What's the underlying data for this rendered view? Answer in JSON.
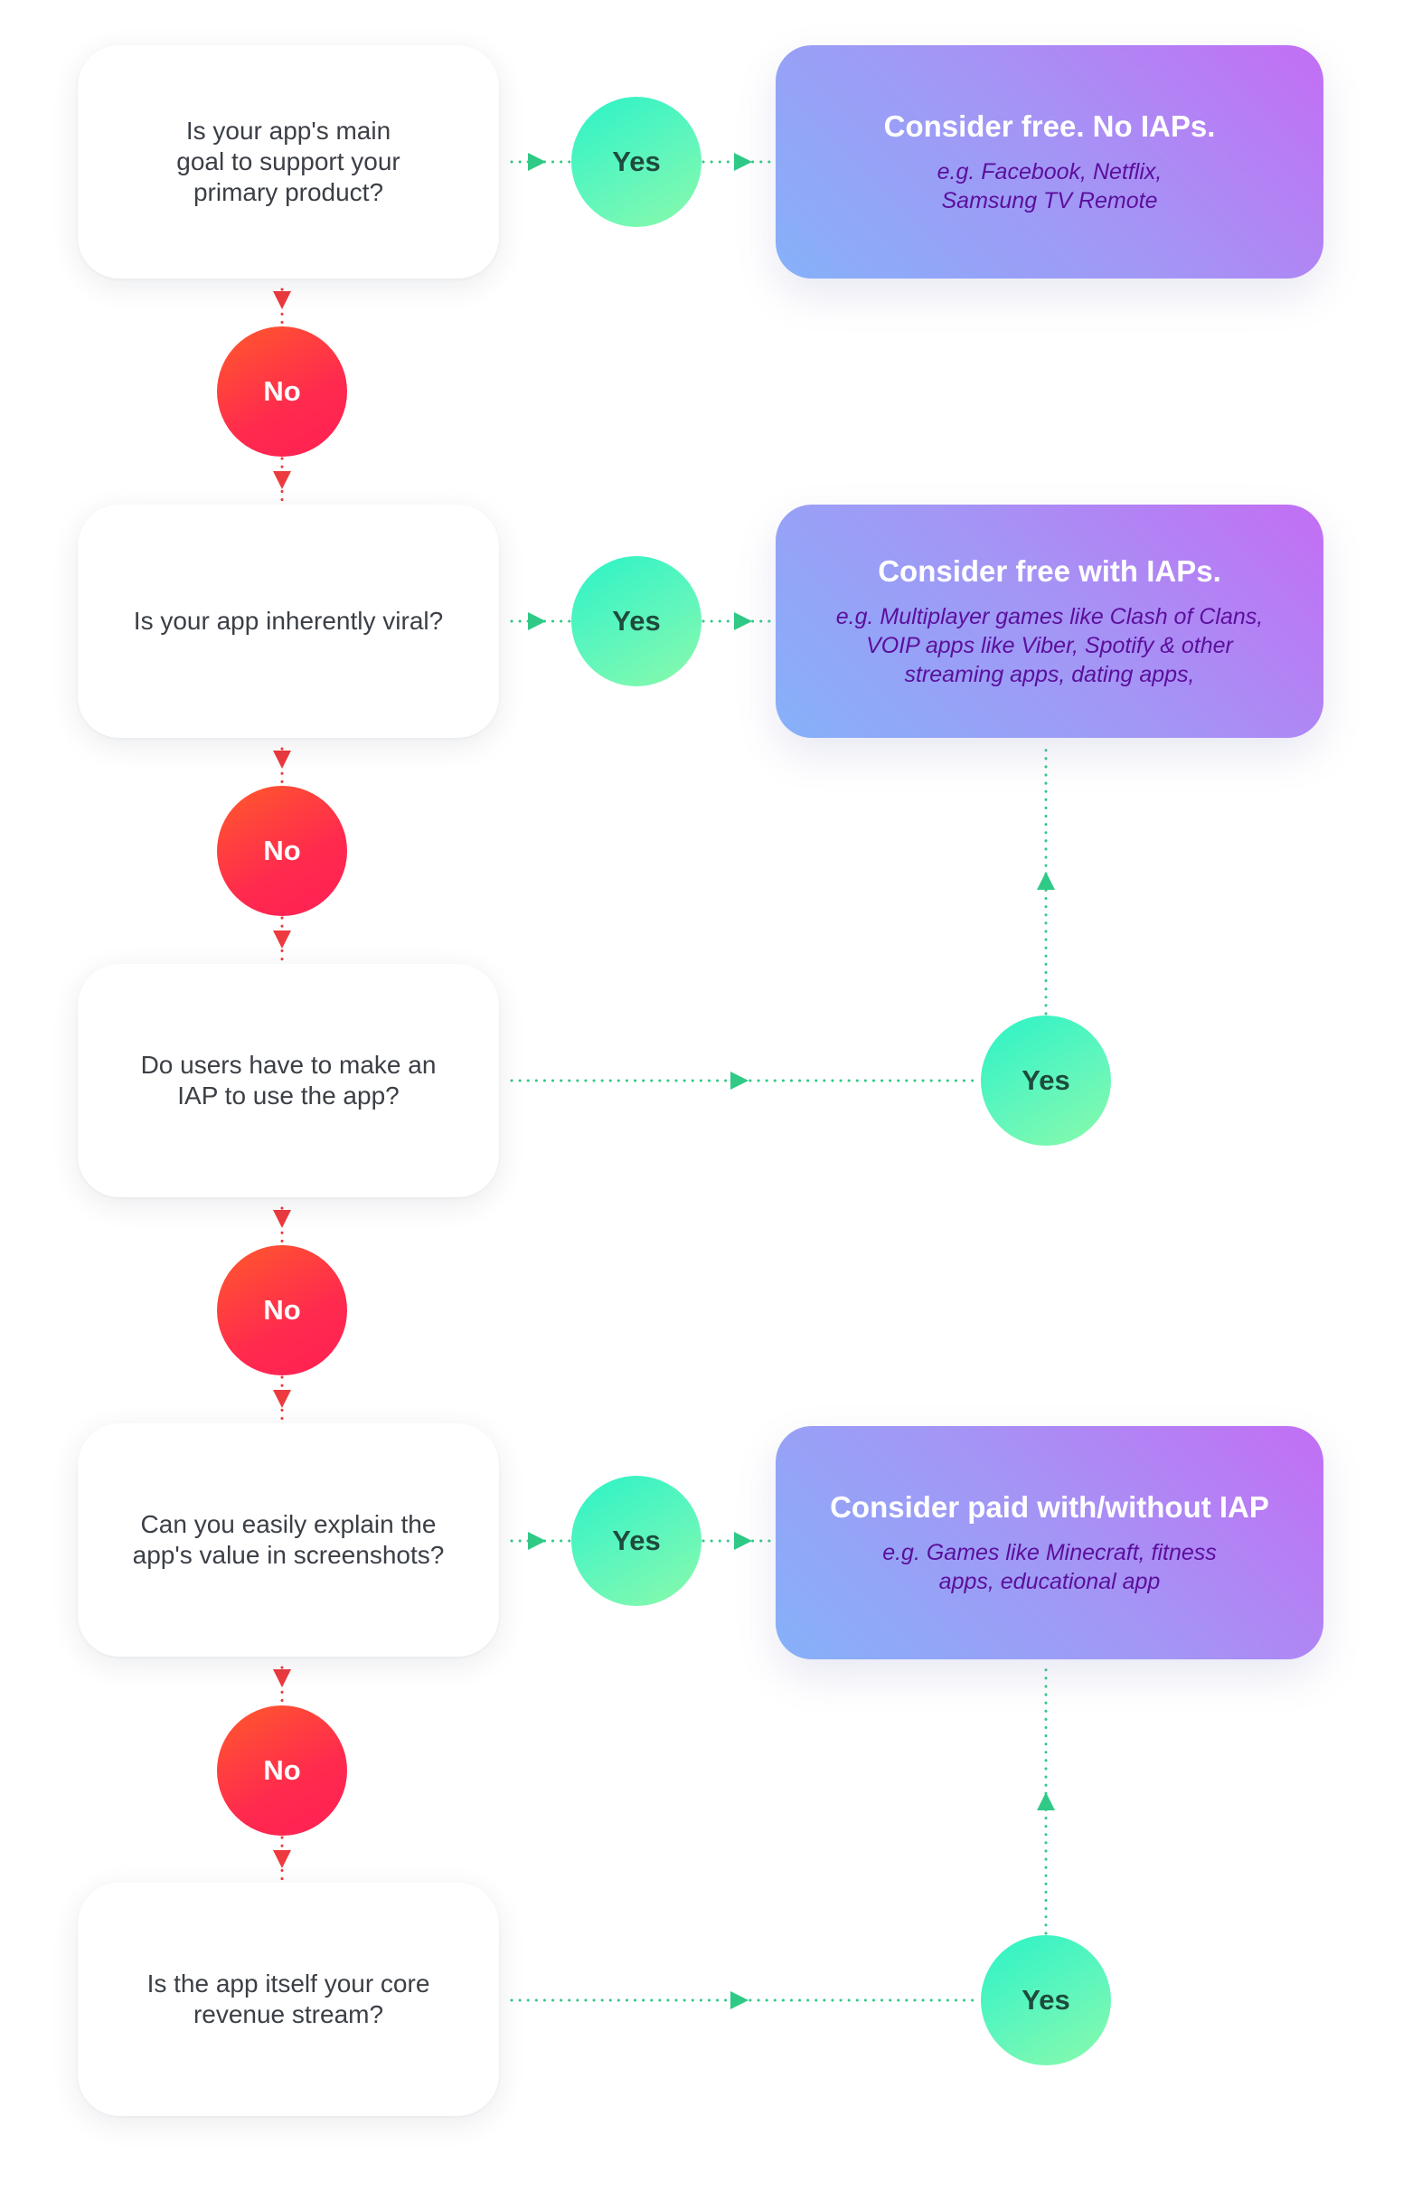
{
  "colors": {
    "no_arrow": "#ec3a3e",
    "yes_arrow": "#2fca86",
    "no_gradient": [
      "#ff5a2b",
      "#ff1f55"
    ],
    "yes_gradient": [
      "#2bf3c6",
      "#8afaa9"
    ],
    "result_gradient": [
      "#86b1f9",
      "#c36ef4"
    ],
    "result_example_text": "#5b0f9c"
  },
  "labels": {
    "yes": "Yes",
    "no": "No"
  },
  "questions": [
    {
      "text": "Is your app's main\ngoal to support your\nprimary product?"
    },
    {
      "text": "Is your app inherently viral?"
    },
    {
      "text": "Do users have to make an\nIAP to use the app?"
    },
    {
      "text": "Can you easily explain the\napp's value in screenshots?"
    },
    {
      "text": "Is the app itself your core\nrevenue stream?"
    }
  ],
  "results": [
    {
      "title": "Consider free. No IAPs.",
      "examples": "e.g. Facebook, Netflix,\nSamsung TV Remote"
    },
    {
      "title": "Consider free with IAPs.",
      "examples": "e.g. Multiplayer games like Clash of Clans,\nVOIP apps like Viber, Spotify & other\nstreaming apps, dating apps,"
    },
    {
      "title": "Consider paid with/without IAP",
      "examples": "e.g. Games like Minecraft, fitness\napps, educational app"
    }
  ]
}
